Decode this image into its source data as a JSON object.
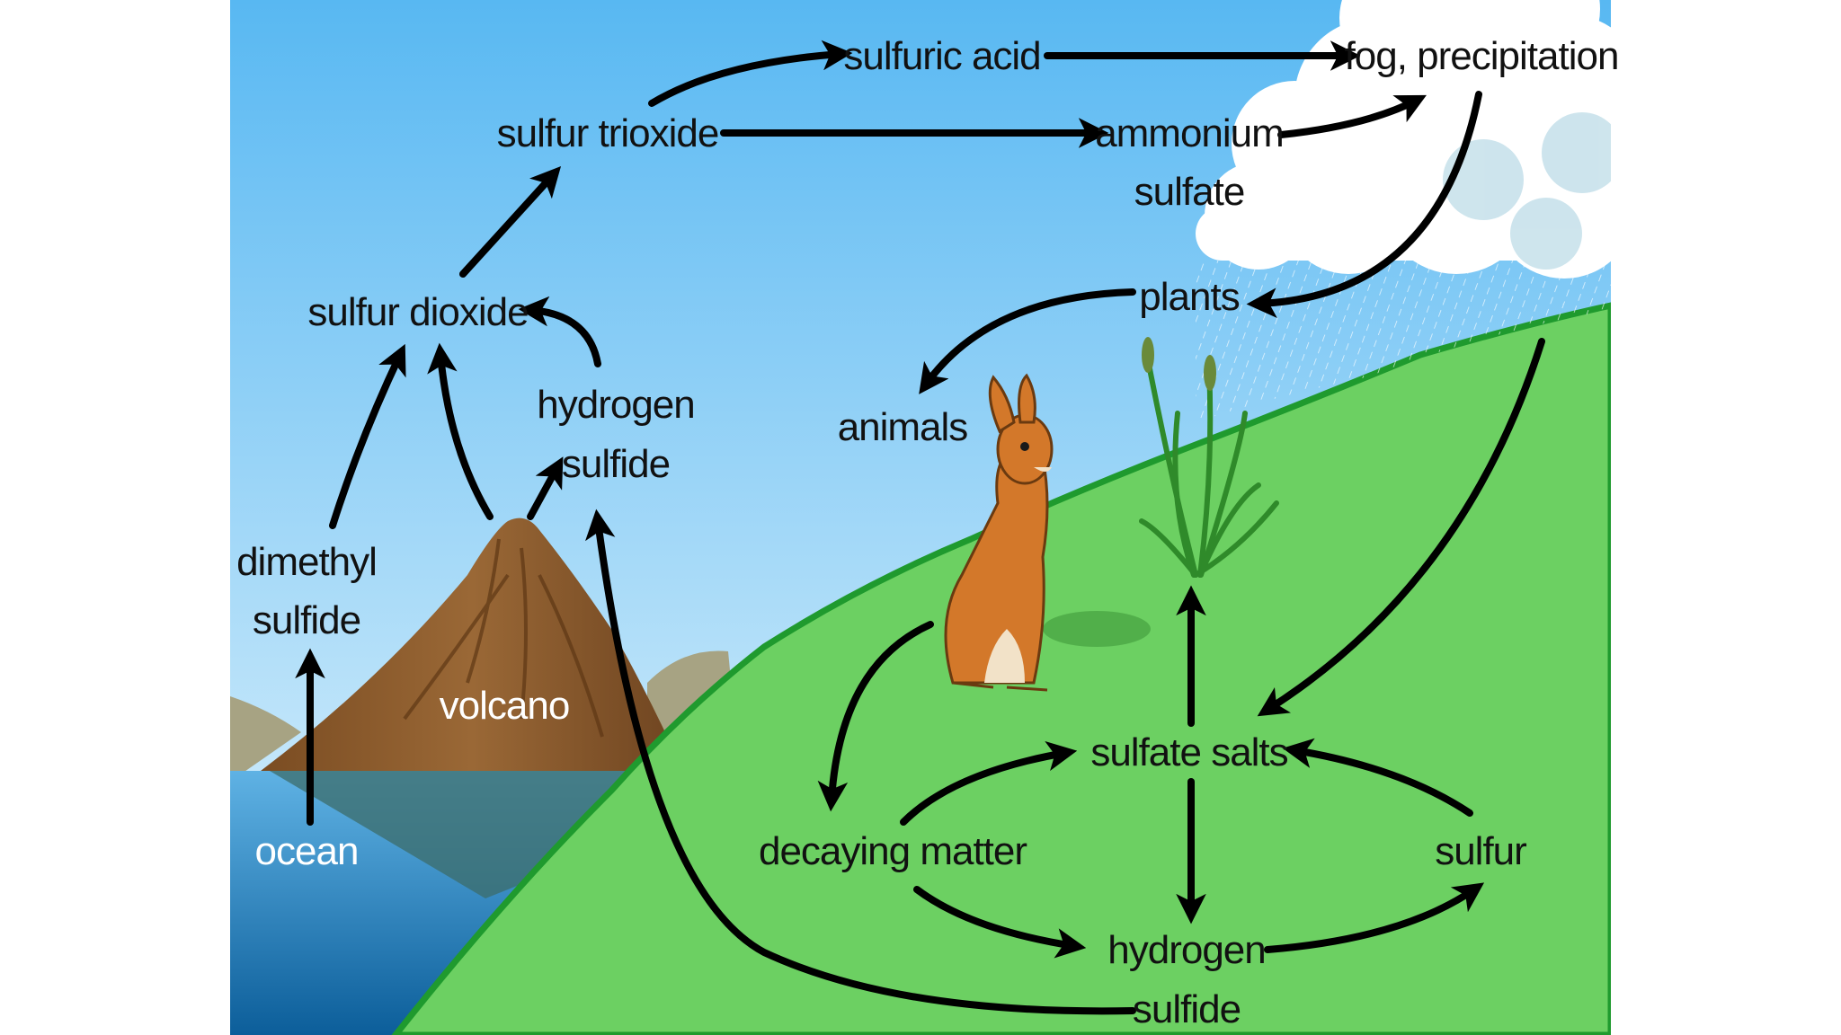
{
  "colors": {
    "sky_top": "#58b8f2",
    "sky_bottom": "#e8f6fd",
    "grass": "#6cd062",
    "grass_edge": "#1f9a2e",
    "water_top": "#5fb2e4",
    "water_bottom": "#0c5e9a",
    "volcano": "#8a5a2c",
    "rabbit": "#d3782a",
    "cloud": "#ffffff",
    "arrow": "#000000"
  },
  "labels": {
    "sulfuric_acid": "sulfuric acid",
    "fog_precipitation": "fog, precipitation",
    "sulfur_trioxide": "sulfur trioxide",
    "ammonium_line1": "ammonium",
    "ammonium_line2": "sulfate",
    "plants": "plants",
    "sulfur_dioxide": "sulfur dioxide",
    "animals": "animals",
    "hydrogen_sulfide_air_line1": "hydrogen",
    "hydrogen_sulfide_air_line2": "sulfide",
    "dimethyl_line1": "dimethyl",
    "dimethyl_line2": "sulfide",
    "volcano": "volcano",
    "ocean": "ocean",
    "sulfate_salts": "sulfate salts",
    "decaying_matter": "decaying matter",
    "sulfur": "sulfur",
    "hydrogen_sulfide_ground_line1": "hydrogen",
    "hydrogen_sulfide_ground_line2": "sulfide"
  }
}
